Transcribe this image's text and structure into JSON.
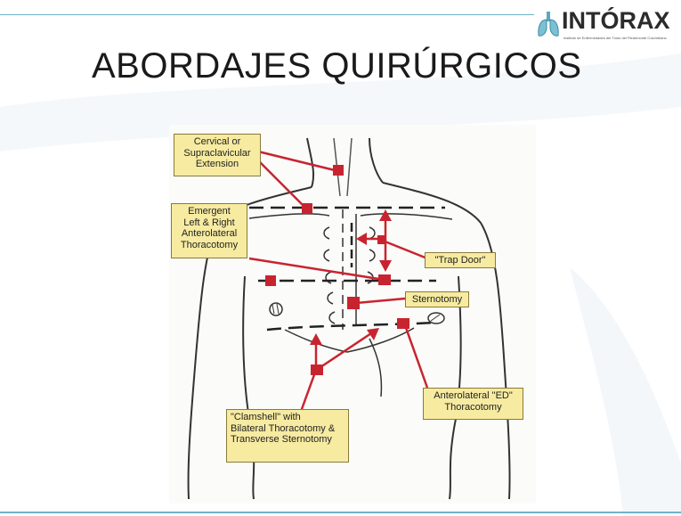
{
  "header": {
    "logo_name": "INTÓRAX",
    "logo_tagline": "Instituto de Enfermedades del Tórax del Piedemonte Colombiano",
    "logo_icon": "lungs-icon"
  },
  "slide": {
    "title": "ABORDAJES QUIRÚRGICOS"
  },
  "diagram": {
    "callouts": {
      "cervical": "Cervical   or\nSupraclavicular\nExtension",
      "emergent": "Emergent\nLeft & Right\nAnterolateral\nThoracotomy",
      "trap_door": "\"Trap Door\"",
      "sternotomy": "Sternotomy",
      "anterolateral_ed": "Anterolateral \"ED\"\nThoracotomy",
      "clamshell": "\"Clamshell\"  with\nBilateral Thoracotomy &\nTransverse Sternotomy"
    },
    "colors": {
      "marker": "#c8242f",
      "callout_fill": "#f7eba1",
      "outline": "#333333"
    }
  }
}
